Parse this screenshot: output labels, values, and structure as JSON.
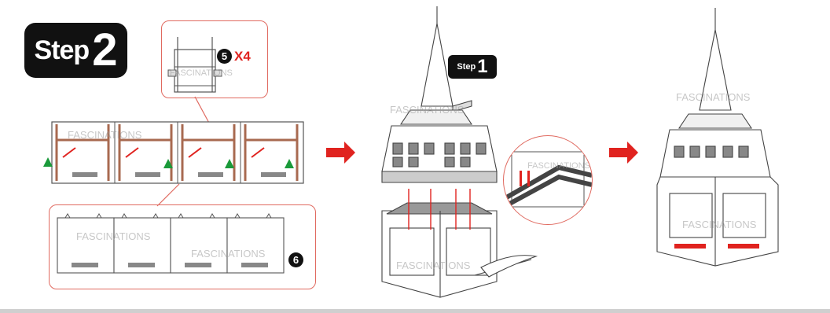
{
  "step": {
    "word": "Step",
    "number": "2"
  },
  "callout_top": {
    "badge": "5",
    "quantity": "X4"
  },
  "callout_bottom": {
    "badge": "6"
  },
  "sub_step": {
    "word": "Step",
    "number": "1"
  },
  "watermark": "FASCINATIONS",
  "colors": {
    "accent_red": "#e0231f",
    "callout_border": "#e06a60",
    "marker_green": "#1a9a3a",
    "badge_black": "#111111"
  }
}
